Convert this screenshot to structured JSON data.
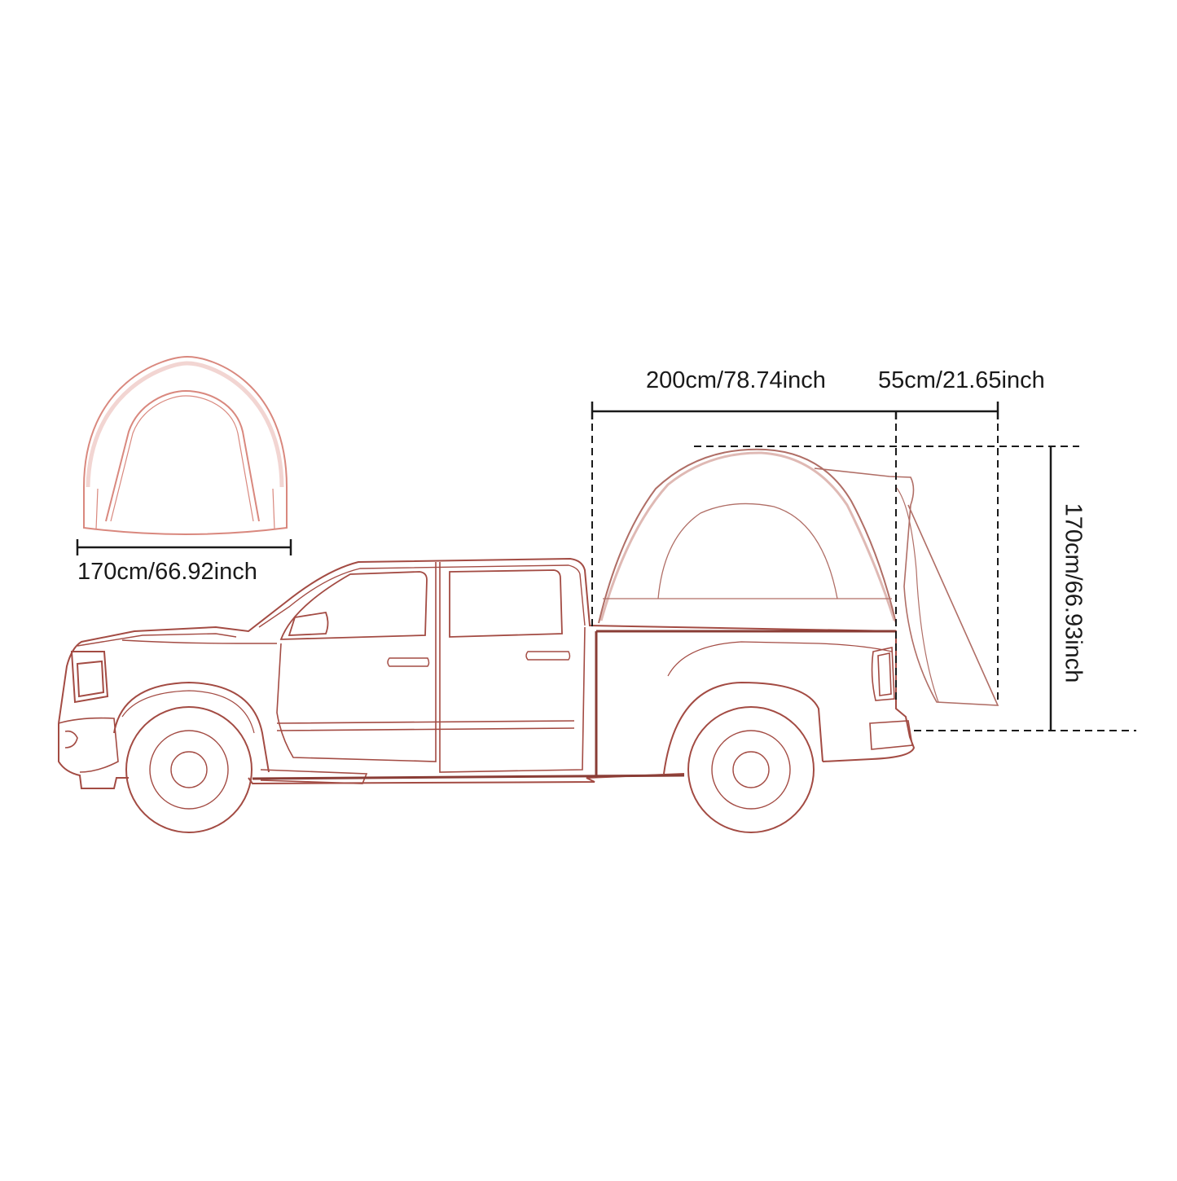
{
  "dimensions": {
    "front_width": "170cm/66.92inch",
    "bed_length": "200cm/78.74inch",
    "tail_extension": "55cm/21.65inch",
    "height": "170cm/66.93inch"
  },
  "colors": {
    "truck_outline": "#a34b43",
    "tent_front_outline": "#d9887e",
    "tent_side_outline": "#b06e66",
    "dimension_line": "#1a1a1a",
    "background": "#ffffff"
  }
}
